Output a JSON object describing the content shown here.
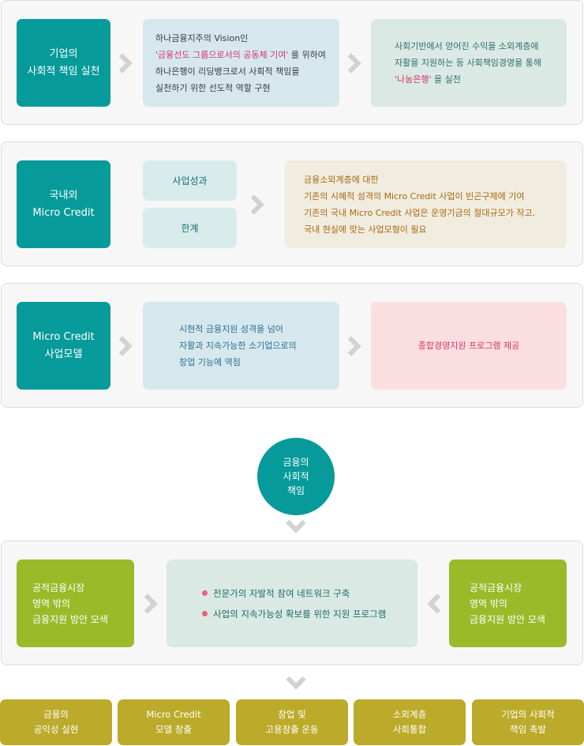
{
  "row1": {
    "label": [
      "기업의",
      "사회적 책임 실천"
    ],
    "middle": [
      {
        "parts": [
          {
            "t": "하나금융지주의 Vision인",
            "hl": false
          }
        ]
      },
      {
        "parts": [
          {
            "t": "'금융선도 그룹으로서의 공동체 기여'",
            "hl": true
          },
          {
            "t": " 를 위하여",
            "hl": false
          }
        ]
      },
      {
        "parts": [
          {
            "t": "하나은행이 리딩뱅크로서 사회적 책임을",
            "hl": false
          }
        ]
      },
      {
        "parts": [
          {
            "t": "실천하기 위한 선도적 역할 구현",
            "hl": false
          }
        ]
      }
    ],
    "right": [
      {
        "parts": [
          {
            "t": "사회기반에서 얻어진 수익을 소외계층에",
            "hl": false
          }
        ]
      },
      {
        "parts": [
          {
            "t": "자활을 지원하는 등 사회책임경영을 통해",
            "hl": false
          }
        ]
      },
      {
        "parts": [
          {
            "t": "'나눔은행'",
            "hl": true
          },
          {
            "t": " 을 실천",
            "hl": false
          }
        ]
      }
    ]
  },
  "row2": {
    "label": [
      "국내외",
      "Micro Credit"
    ],
    "pill_top": "사업성과",
    "pill_bottom": "한계",
    "right": [
      "금융소외계층에 대한",
      "기존의 시혜적 성격의 Micro Credit 사업이 빈곤구제에 기여",
      "기존의 국내 Micro Credit 사업은 운영기금의 절대규모가 작고,",
      "국내 현실에 맞는 사업모형이 필요"
    ]
  },
  "row3": {
    "label": [
      "Micro Credit",
      "사업모델"
    ],
    "middle": [
      "시현적 금융지원 성격을 넘어",
      "자활과 지속가능한 소기업으로의",
      "창업 기능에 역점"
    ],
    "right": "종합경영지원 프로그램 제공"
  },
  "circle": [
    "금융의",
    "사회적",
    "책임"
  ],
  "row4": {
    "left": [
      "공적금융시장",
      "영역 밖의",
      "금융지원 방안 모색"
    ],
    "bullets": [
      "전문가의 자발적 참여 네트워크 구축",
      "사업의 지속가능성 확보를 위한 지원 프로그램"
    ],
    "right": [
      "공적금융시장",
      "영역 밖의",
      "금융지원 방안 모색"
    ]
  },
  "outcomes": [
    [
      "금융의",
      "공익성 실현"
    ],
    [
      "Micro Credit",
      "모델 창출"
    ],
    [
      "창업 및",
      "고용창출 운동"
    ],
    [
      "소외계층",
      "사회통합"
    ],
    [
      "기업의 사회적",
      "책임 촉발"
    ]
  ],
  "colors": {
    "teal": "#079a9a",
    "highlight": "#d9336f",
    "green": "#9aba2a",
    "gold": "#bcaa2a"
  }
}
